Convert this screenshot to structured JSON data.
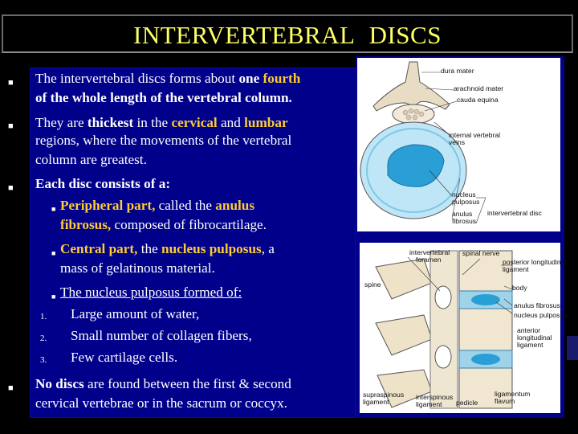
{
  "title": "INTERVERTEBRAL   DISCS",
  "p1": {
    "a": "The intervertebral discs forms about ",
    "b": "one ",
    "c": "fourth",
    "d": "of the whole length of the vertebral column."
  },
  "p2": {
    "a": "They are ",
    "b": "thickest",
    "c": " in the ",
    "d": "cervical",
    "e": " and ",
    "f": "lumbar",
    "g": "regions, where the movements of the vertebral",
    "h": "column are greatest."
  },
  "p3": "Each disc consists of a:",
  "s1": {
    "a": "Peripheral part,",
    "b": " called the ",
    "c": "anulus",
    "d": "fibrosus,",
    "e": " composed of fibrocartilage."
  },
  "s2": {
    "a": "Central part,",
    "b": " the ",
    "c": "nucleus pulposus",
    "d": ", a",
    "e": "mass of gelatinous material."
  },
  "s3": "The nucleus pulposus formed of:",
  "n1": {
    "num": "1.",
    "text": "Large amount of water,"
  },
  "n2": {
    "num": "2.",
    "text": "Small number of collagen fibers,"
  },
  "n3": {
    "num": "3.",
    "text": "Few cartilage cells."
  },
  "p4": {
    "a": "No discs",
    "b": " are found between the first & second",
    "c": "cervical vertebrae or in the sacrum or coccyx."
  },
  "fig1_labels": {
    "dura": "dura mater",
    "arachnoid": "arachnoid mater",
    "cauda": "cauda equina",
    "veins1": "internal vertebral",
    "veins2": "veins",
    "nucleus1": "nucleus",
    "nucleus2": "pulposus",
    "anulus1": "anulus",
    "anulus2": "fibrosus",
    "ivd": "intervertebral disc"
  },
  "fig2_labels": {
    "foramen1": "intervertebral",
    "foramen2": "foramen",
    "spinal": "spinal nerve",
    "pll1": "posterior longitudinal",
    "pll2": "ligament",
    "spine": "spine",
    "body": "body",
    "af": "anulus fibrosus",
    "np": "nucleus pulposus",
    "all1": "anterior",
    "all2": "longitudinal",
    "all3": "ligament",
    "supra1": "supraspinous",
    "supra2": "ligament",
    "inter1": "interspinous",
    "inter2": "ligament",
    "pedicle": "pedicle",
    "flavum1": "ligamentum",
    "flavum2": "flavum"
  },
  "colors": {
    "title": "#ffff66",
    "highlight": "#ffcc33",
    "panel": "#00008b",
    "disc": "#2a9fd6"
  }
}
